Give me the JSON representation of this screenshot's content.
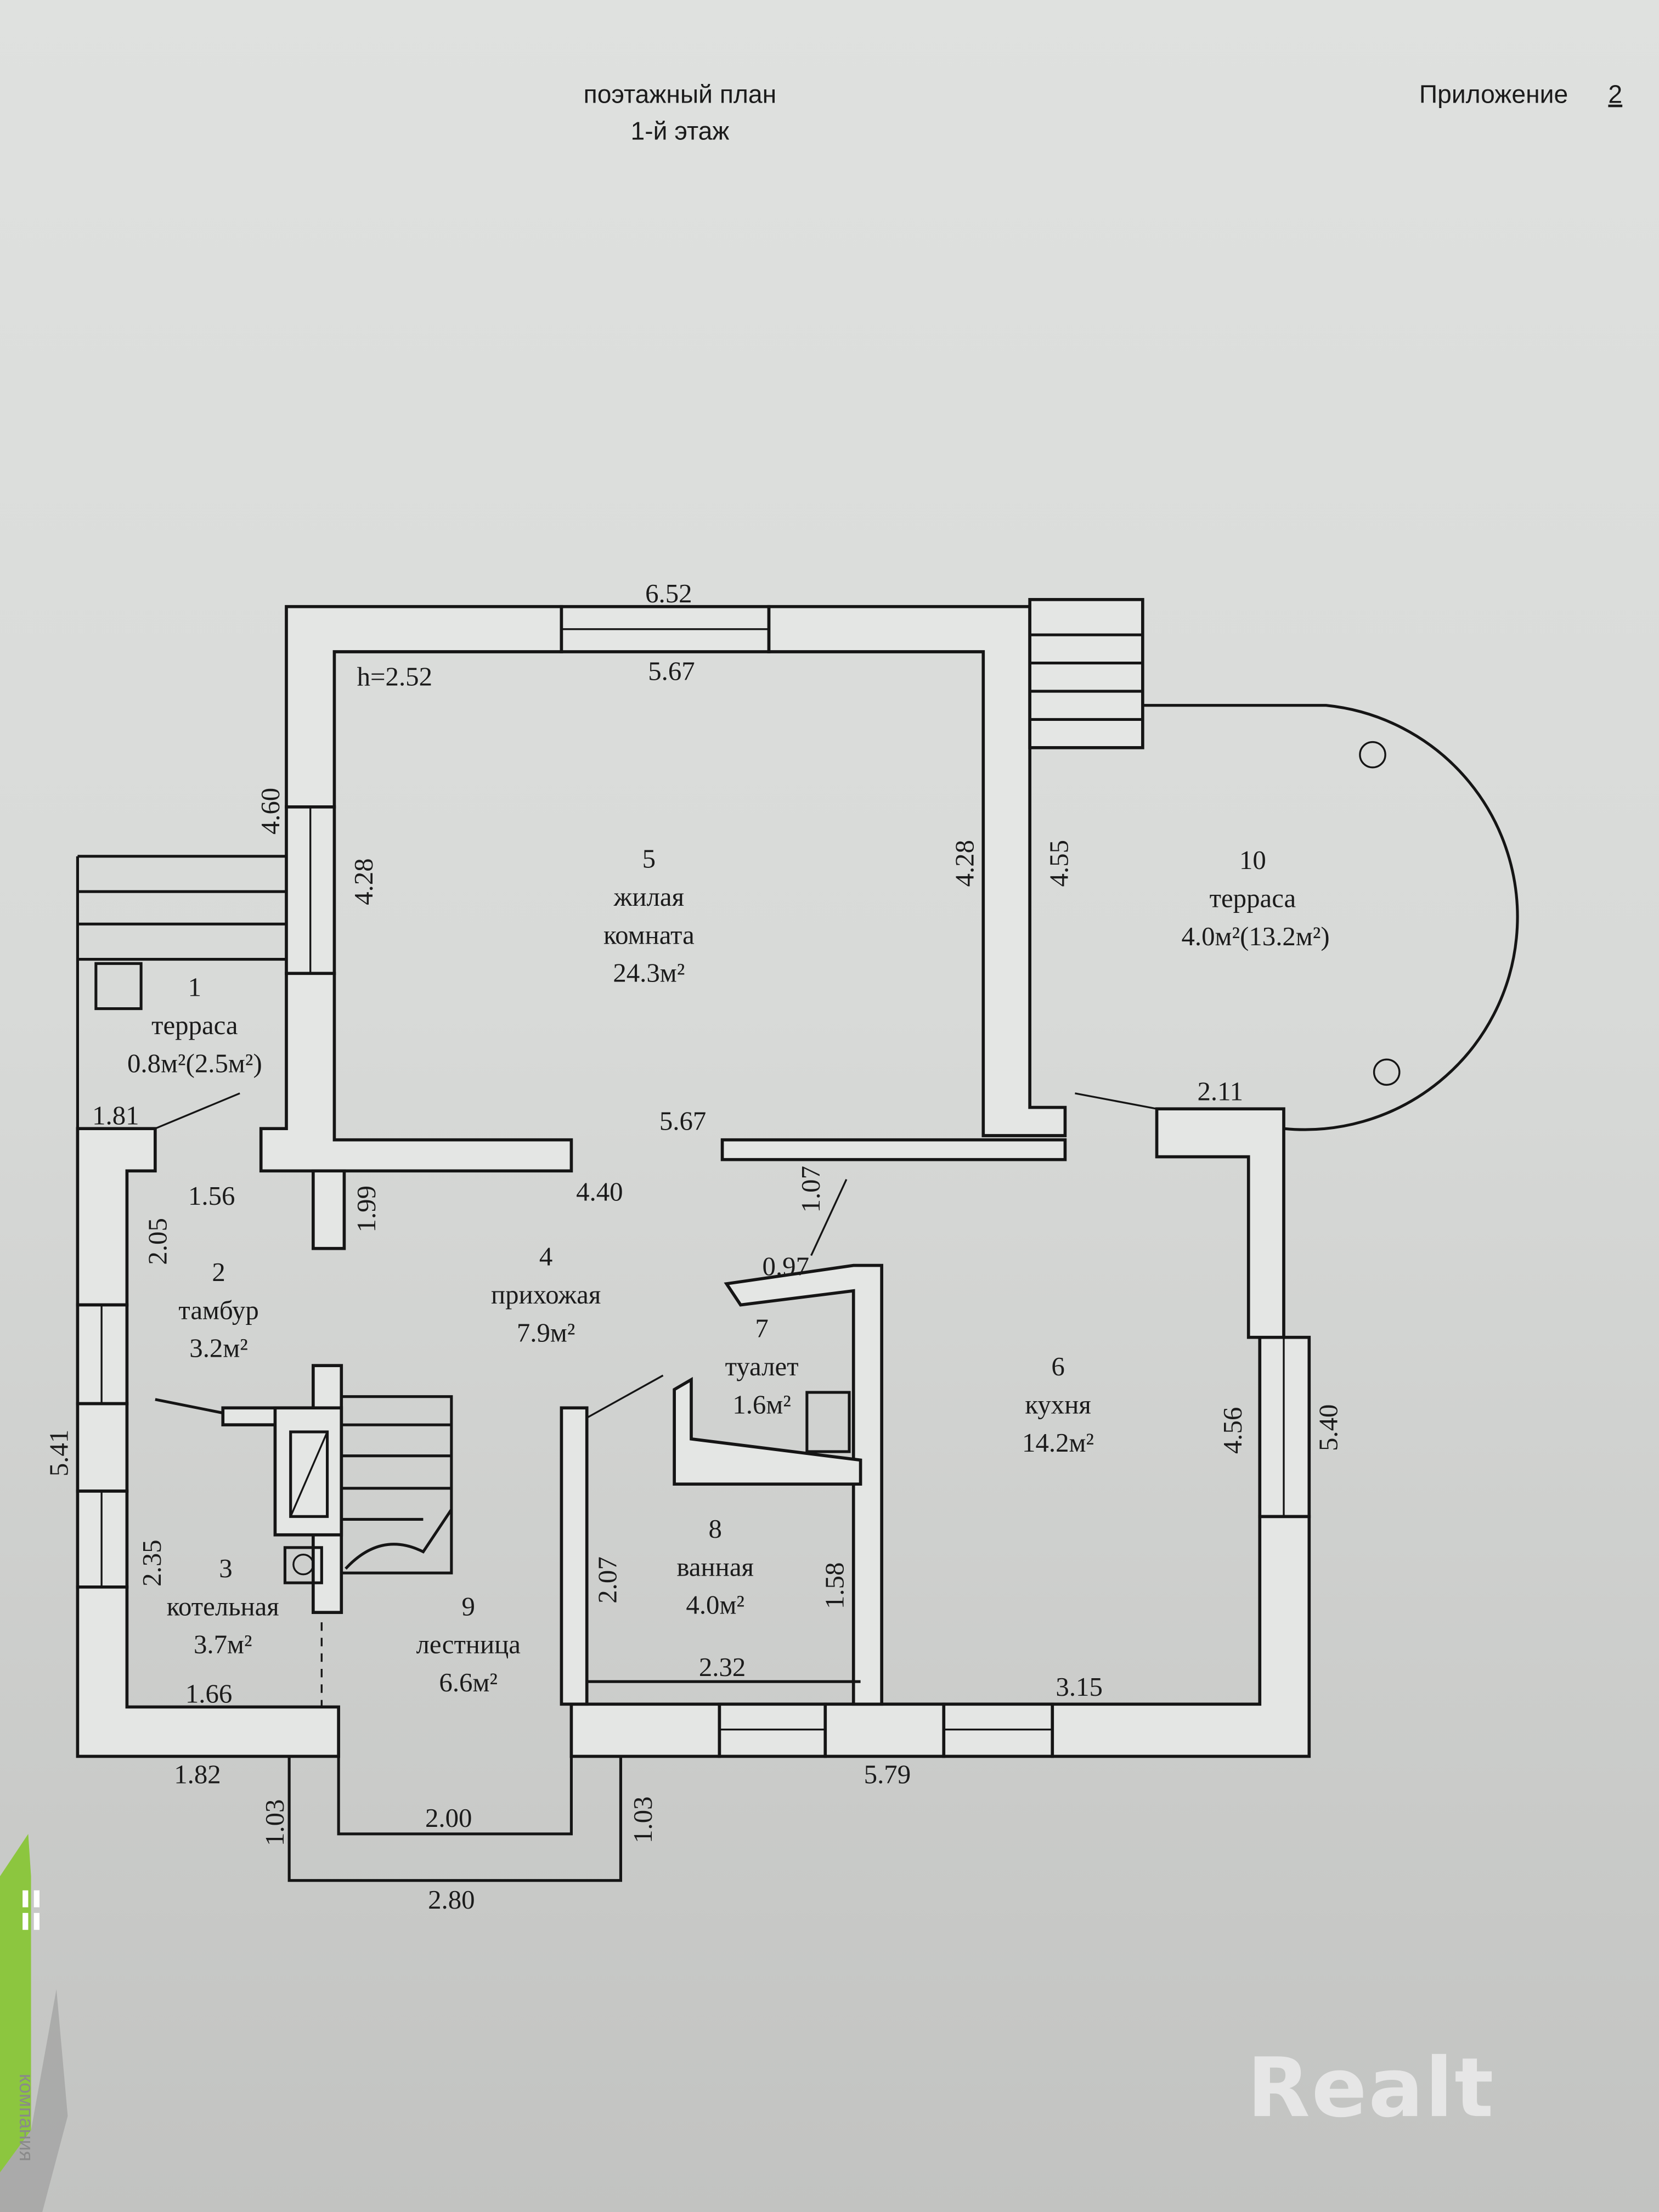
{
  "header": {
    "title_line1": "поэтажный план",
    "title_line2": "1-й этаж",
    "appendix_label": "Приложение",
    "appendix_number": "2"
  },
  "rooms": [
    {
      "number": "1",
      "name": "терраса",
      "area": "0.8м²(2.5м²)"
    },
    {
      "number": "2",
      "name": "тамбур",
      "area": "3.2м²"
    },
    {
      "number": "3",
      "name": "котельная",
      "area": "3.7м²"
    },
    {
      "number": "4",
      "name": "прихожая",
      "area": "7.9м²"
    },
    {
      "number": "5",
      "name_line1": "жилая",
      "name_line2": "комната",
      "area": "24.3м²"
    },
    {
      "number": "6",
      "name": "кухня",
      "area": "14.2м²"
    },
    {
      "number": "7",
      "name": "туалет",
      "area": "1.6м²"
    },
    {
      "number": "8",
      "name": "ванная",
      "area": "4.0м²"
    },
    {
      "number": "9",
      "name": "лестница",
      "area": "6.6м²"
    },
    {
      "number": "10",
      "name": "терраса",
      "area": "4.0м²(13.2м²)"
    }
  ],
  "ceiling_height": "h=2.52",
  "dimensions": {
    "top_outer": "6.52",
    "top_inner": "5.67",
    "left_outer": "4.60",
    "room5_left": "4.28",
    "room5_right": "4.28",
    "right_outer_upper": "4.55",
    "room5_bottom": "5.67",
    "terrace10_width": "2.11",
    "terrace1_width": "1.81",
    "tambur_width": "1.56",
    "tambur_height": "2.05",
    "hall_wall": "1.99",
    "hall_width": "4.40",
    "toilet_door": "1.07",
    "toilet_width": "0.97",
    "left_outer_lower": "5.41",
    "boiler_height": "2.35",
    "boiler_width": "1.66",
    "bath_height_left": "2.07",
    "bath_height_right": "1.58",
    "bath_width": "2.32",
    "kitchen_width": "3.15",
    "kitchen_height": "4.56",
    "right_outer_lower": "5.40",
    "bottom_right": "5.79",
    "bottom_left": "1.82",
    "porch_left": "1.03",
    "porch_inner": "2.00",
    "porch_right": "1.03",
    "porch_outer": "2.80"
  },
  "watermark": {
    "logo": "Realt",
    "side_text": "компания"
  },
  "colors": {
    "brand_green": "#8cc63f",
    "logo_gray": "#e6e6e6"
  }
}
